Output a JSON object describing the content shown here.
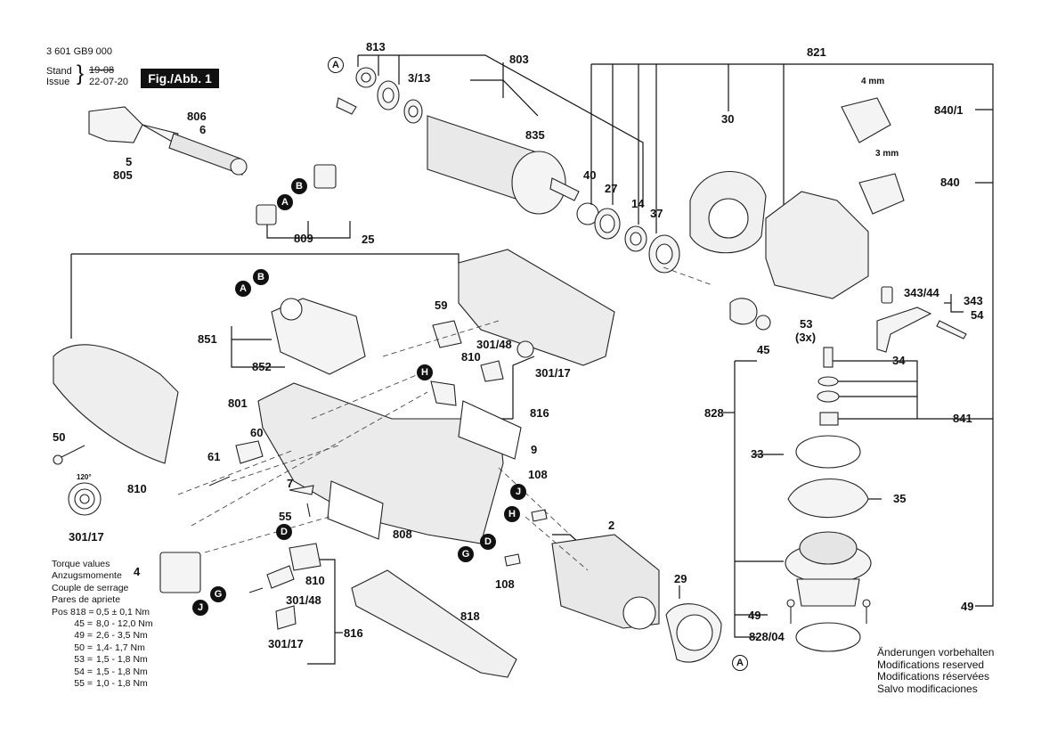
{
  "header": {
    "doc_number": "3 601 GB9 000",
    "stand_label": "Stand",
    "issue_label": "Issue",
    "stand_value": "19-08",
    "issue_value": "22-07-20",
    "fig_label": "Fig./Abb. 1"
  },
  "callouts": {
    "c813": "813",
    "c803": "803",
    "c821": "821",
    "c3_13": "3/13",
    "c835": "835",
    "c806": "806",
    "c6": "6",
    "c5": "5",
    "c805": "805",
    "c809": "809",
    "c25": "25",
    "c30": "30",
    "c40": "40",
    "c27": "27",
    "c14": "14",
    "c37": "37",
    "c4mm": "4 mm",
    "c3mm": "3 mm",
    "c840_1": "840/1",
    "c840": "840",
    "c343_44": "343/44",
    "c343": "343",
    "c54": "54",
    "c53": "53",
    "c3x": "(3x)",
    "c45": "45",
    "c34": "34",
    "c828": "828",
    "c841": "841",
    "c33": "33",
    "c35": "35",
    "c851": "851",
    "c852": "852",
    "c59": "59",
    "c301_48a": "301/48",
    "c810a": "810",
    "c301_17a": "301/17",
    "c816a": "816",
    "c801": "801",
    "c9": "9",
    "c50": "50",
    "c60": "60",
    "c61": "61",
    "c120": "120°",
    "c810b": "810",
    "c301_17b": "301/17",
    "c7": "7",
    "c55": "55",
    "c108a": "108",
    "c2": "2",
    "c808": "808",
    "c108b": "108",
    "c4": "4",
    "c810c": "810",
    "c301_48b": "301/48",
    "c301_17c": "301/17",
    "c816b": "816",
    "c818": "818",
    "c29": "29",
    "c49a": "49",
    "c49b": "49",
    "c828_04": "828/04"
  },
  "markers": {
    "A": "A",
    "B": "B",
    "H": "H",
    "J": "J",
    "D": "D",
    "G": "G"
  },
  "torque": {
    "lines": [
      "Torque values",
      "Anzugsmomente",
      "Couple de serrage",
      "Pares de apriete"
    ],
    "rows": [
      {
        "pos": "Pos 818 =",
        "val": "0,5 ± 0,1 Nm"
      },
      {
        "pos": "45 =",
        "val": "8,0 - 12,0 Nm"
      },
      {
        "pos": "49 =",
        "val": "2,6 - 3,5 Nm"
      },
      {
        "pos": "50 =",
        "val": "1,4- 1,7 Nm"
      },
      {
        "pos": "53 =",
        "val": "1,5 - 1,8 Nm"
      },
      {
        "pos": "54 =",
        "val": "1,5 - 1,8 Nm"
      },
      {
        "pos": "55 =",
        "val": "1,0 - 1,8 Nm"
      }
    ]
  },
  "notes": [
    "Änderungen vorbehalten",
    "Modifications reserved",
    "Modifications réservées",
    "Salvo modificaciones"
  ]
}
